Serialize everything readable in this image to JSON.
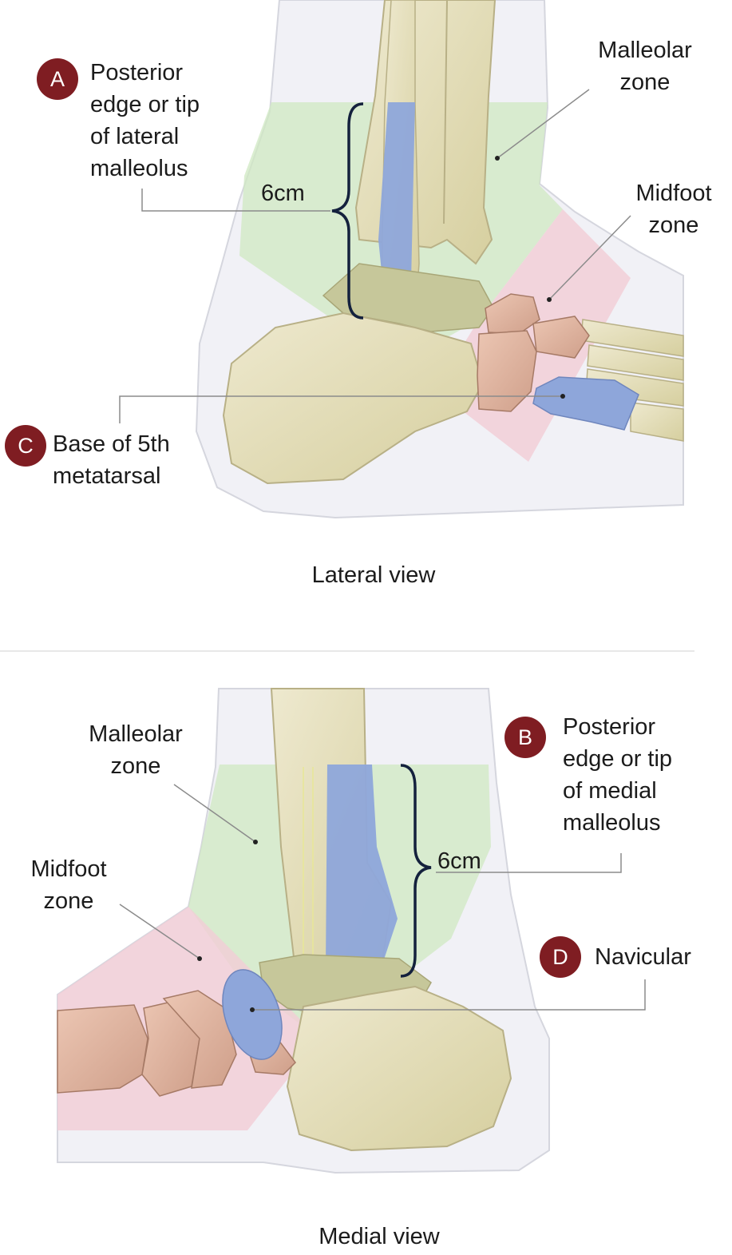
{
  "colors": {
    "badge": "#7f1d22",
    "malleolar_zone": "#cfe8c2",
    "midfoot_zone": "#f3cfd8",
    "palpation_point": "#8ea6da",
    "bone": "#e3ddb8",
    "midfoot_bone": "#e0b9a4",
    "soft_tissue": "#f1f1f5"
  },
  "lateral": {
    "caption": "Lateral view",
    "measure": "6cm",
    "point_a": {
      "letter": "A",
      "lines": [
        "Posterior",
        "edge or tip",
        "of lateral",
        "malleolus"
      ]
    },
    "point_c": {
      "letter": "C",
      "lines": [
        "Base of 5th",
        "metatarsal"
      ]
    },
    "malleolar_zone": [
      "Malleolar",
      "zone"
    ],
    "midfoot_zone": [
      "Midfoot",
      "zone"
    ]
  },
  "medial": {
    "caption": "Medial view",
    "measure": "6cm",
    "point_b": {
      "letter": "B",
      "lines": [
        "Posterior",
        "edge or tip",
        "of medial",
        "malleolus"
      ]
    },
    "point_d": {
      "letter": "D",
      "lines": [
        "Navicular"
      ]
    },
    "malleolar_zone": [
      "Malleolar",
      "zone"
    ],
    "midfoot_zone": [
      "Midfoot",
      "zone"
    ]
  }
}
